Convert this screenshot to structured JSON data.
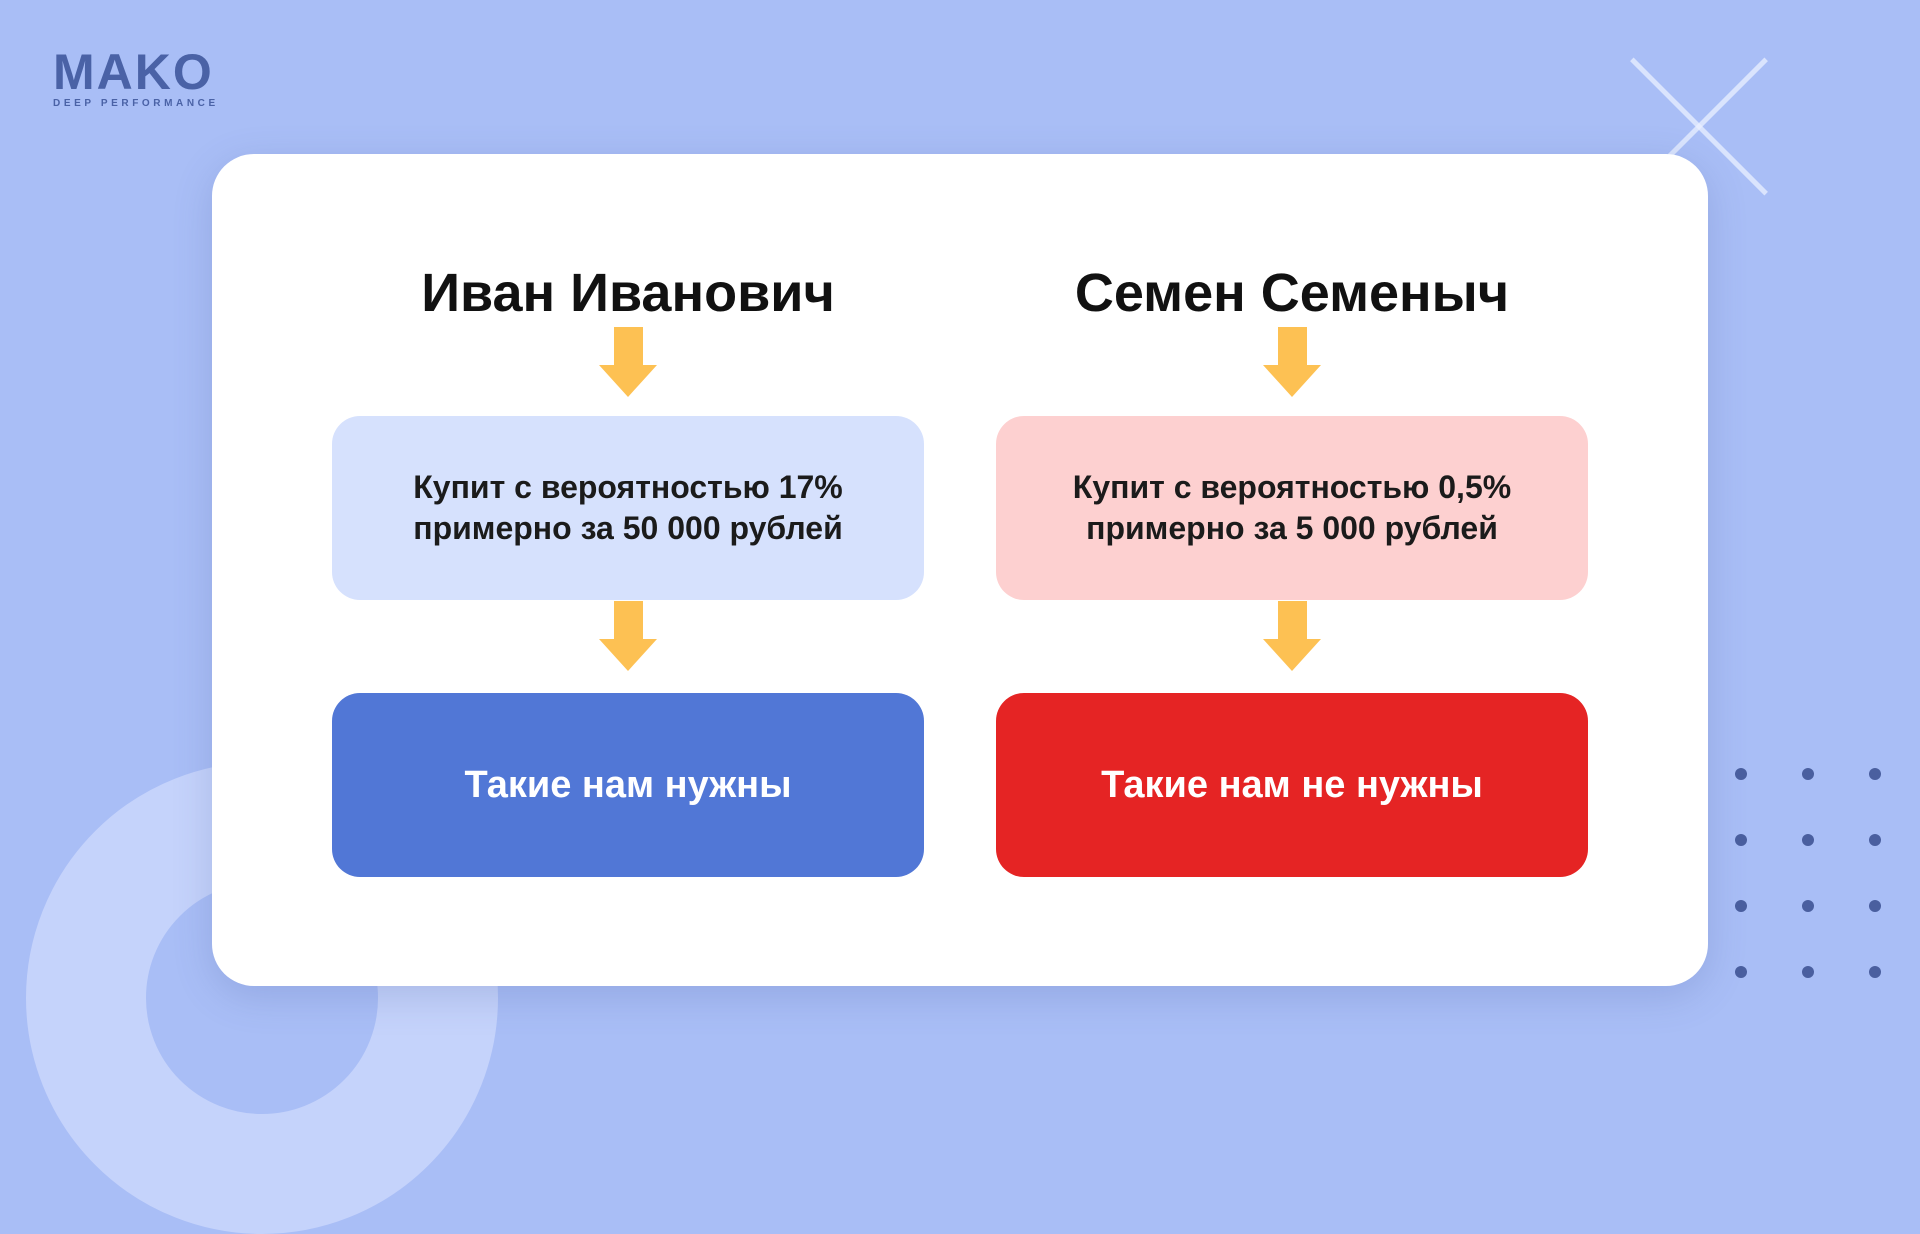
{
  "logo": {
    "main": "MAKO",
    "sub": "DEEP PERFORMANCE"
  },
  "columns": [
    {
      "name": "Иван Иванович",
      "line1": "Купит с вероятностью 17%",
      "line2": "примерно за 50 000 рублей",
      "verdict": "Такие нам нужны"
    },
    {
      "name": "Семен Семеныч",
      "line1": "Купит с вероятностью 0,5%",
      "line2": "примерно за 5 000 рублей",
      "verdict": "Такие нам не нужны"
    }
  ],
  "colors": {
    "background": "#a9bef6",
    "arrow": "#fdc153",
    "blue_info": "#d6e1fd",
    "pink_info": "#fdd0d0",
    "blue_verdict": "#5177d6",
    "red_verdict": "#e52424"
  }
}
